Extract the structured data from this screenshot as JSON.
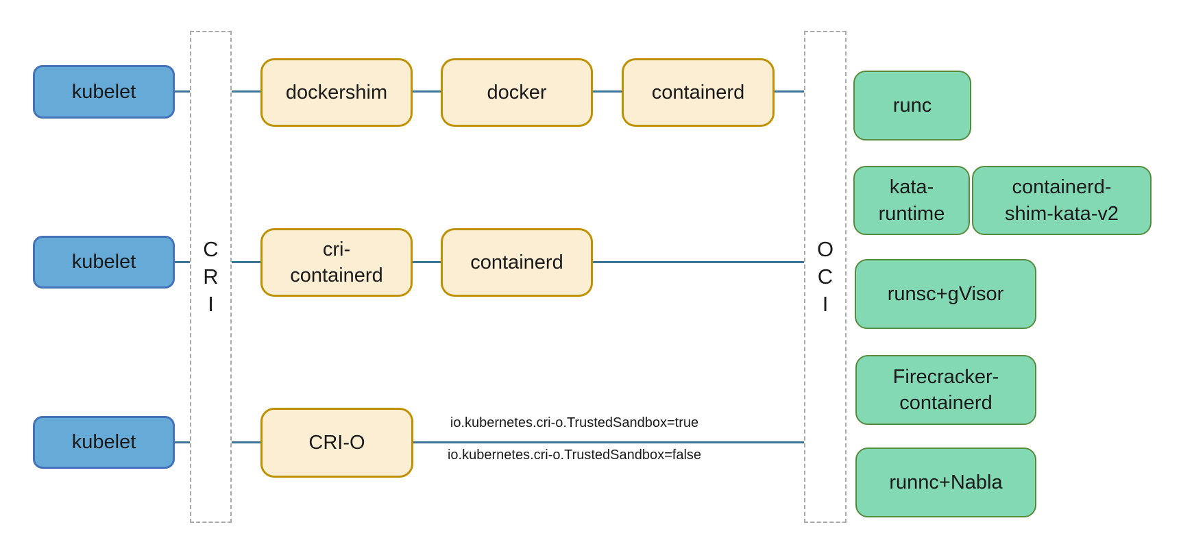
{
  "palette": {
    "blue_fill": "#66AAD7",
    "blue_border": "#4372B8",
    "orange_fill": "#FCEED3",
    "orange_border": "#BF9000",
    "green_fill": "#84D9B5",
    "green_border": "#578C3E",
    "line_color": "#3D7394",
    "dash_color": "#A9A9A9",
    "text_color": "#1A1A1A"
  },
  "lanes": [
    {
      "name": "CRI",
      "letters": [
        "C",
        "R",
        "I"
      ]
    },
    {
      "name": "OCI",
      "letters": [
        "O",
        "C",
        "I"
      ]
    }
  ],
  "nodes": [
    {
      "id": "kubelet-1",
      "label": "kubelet"
    },
    {
      "id": "kubelet-2",
      "label": "kubelet"
    },
    {
      "id": "kubelet-3",
      "label": "kubelet"
    },
    {
      "id": "dockershim",
      "label": "dockershim"
    },
    {
      "id": "docker",
      "label": "docker"
    },
    {
      "id": "containerd-top",
      "label": "containerd"
    },
    {
      "id": "cri-containerd",
      "label": "cri-\ncontainerd"
    },
    {
      "id": "containerd-mid",
      "label": "containerd"
    },
    {
      "id": "cri-o",
      "label": "CRI-O"
    },
    {
      "id": "runc",
      "label": "runc"
    },
    {
      "id": "kata-runtime",
      "label": "kata-\nruntime"
    },
    {
      "id": "containerd-shim-kata-v2",
      "label": "containerd-\nshim-kata-v2"
    },
    {
      "id": "runsc-gvisor",
      "label": "runsc+gVisor"
    },
    {
      "id": "firecracker-containerd",
      "label": "Firecracker-\ncontainerd"
    },
    {
      "id": "runnc-nabla",
      "label": "runnc+Nabla"
    }
  ],
  "annotations": [
    {
      "text": "io.kubernetes.cri-o.TrustedSandbox=true"
    },
    {
      "text": "io.kubernetes.cri-o.TrustedSandbox=false"
    }
  ]
}
